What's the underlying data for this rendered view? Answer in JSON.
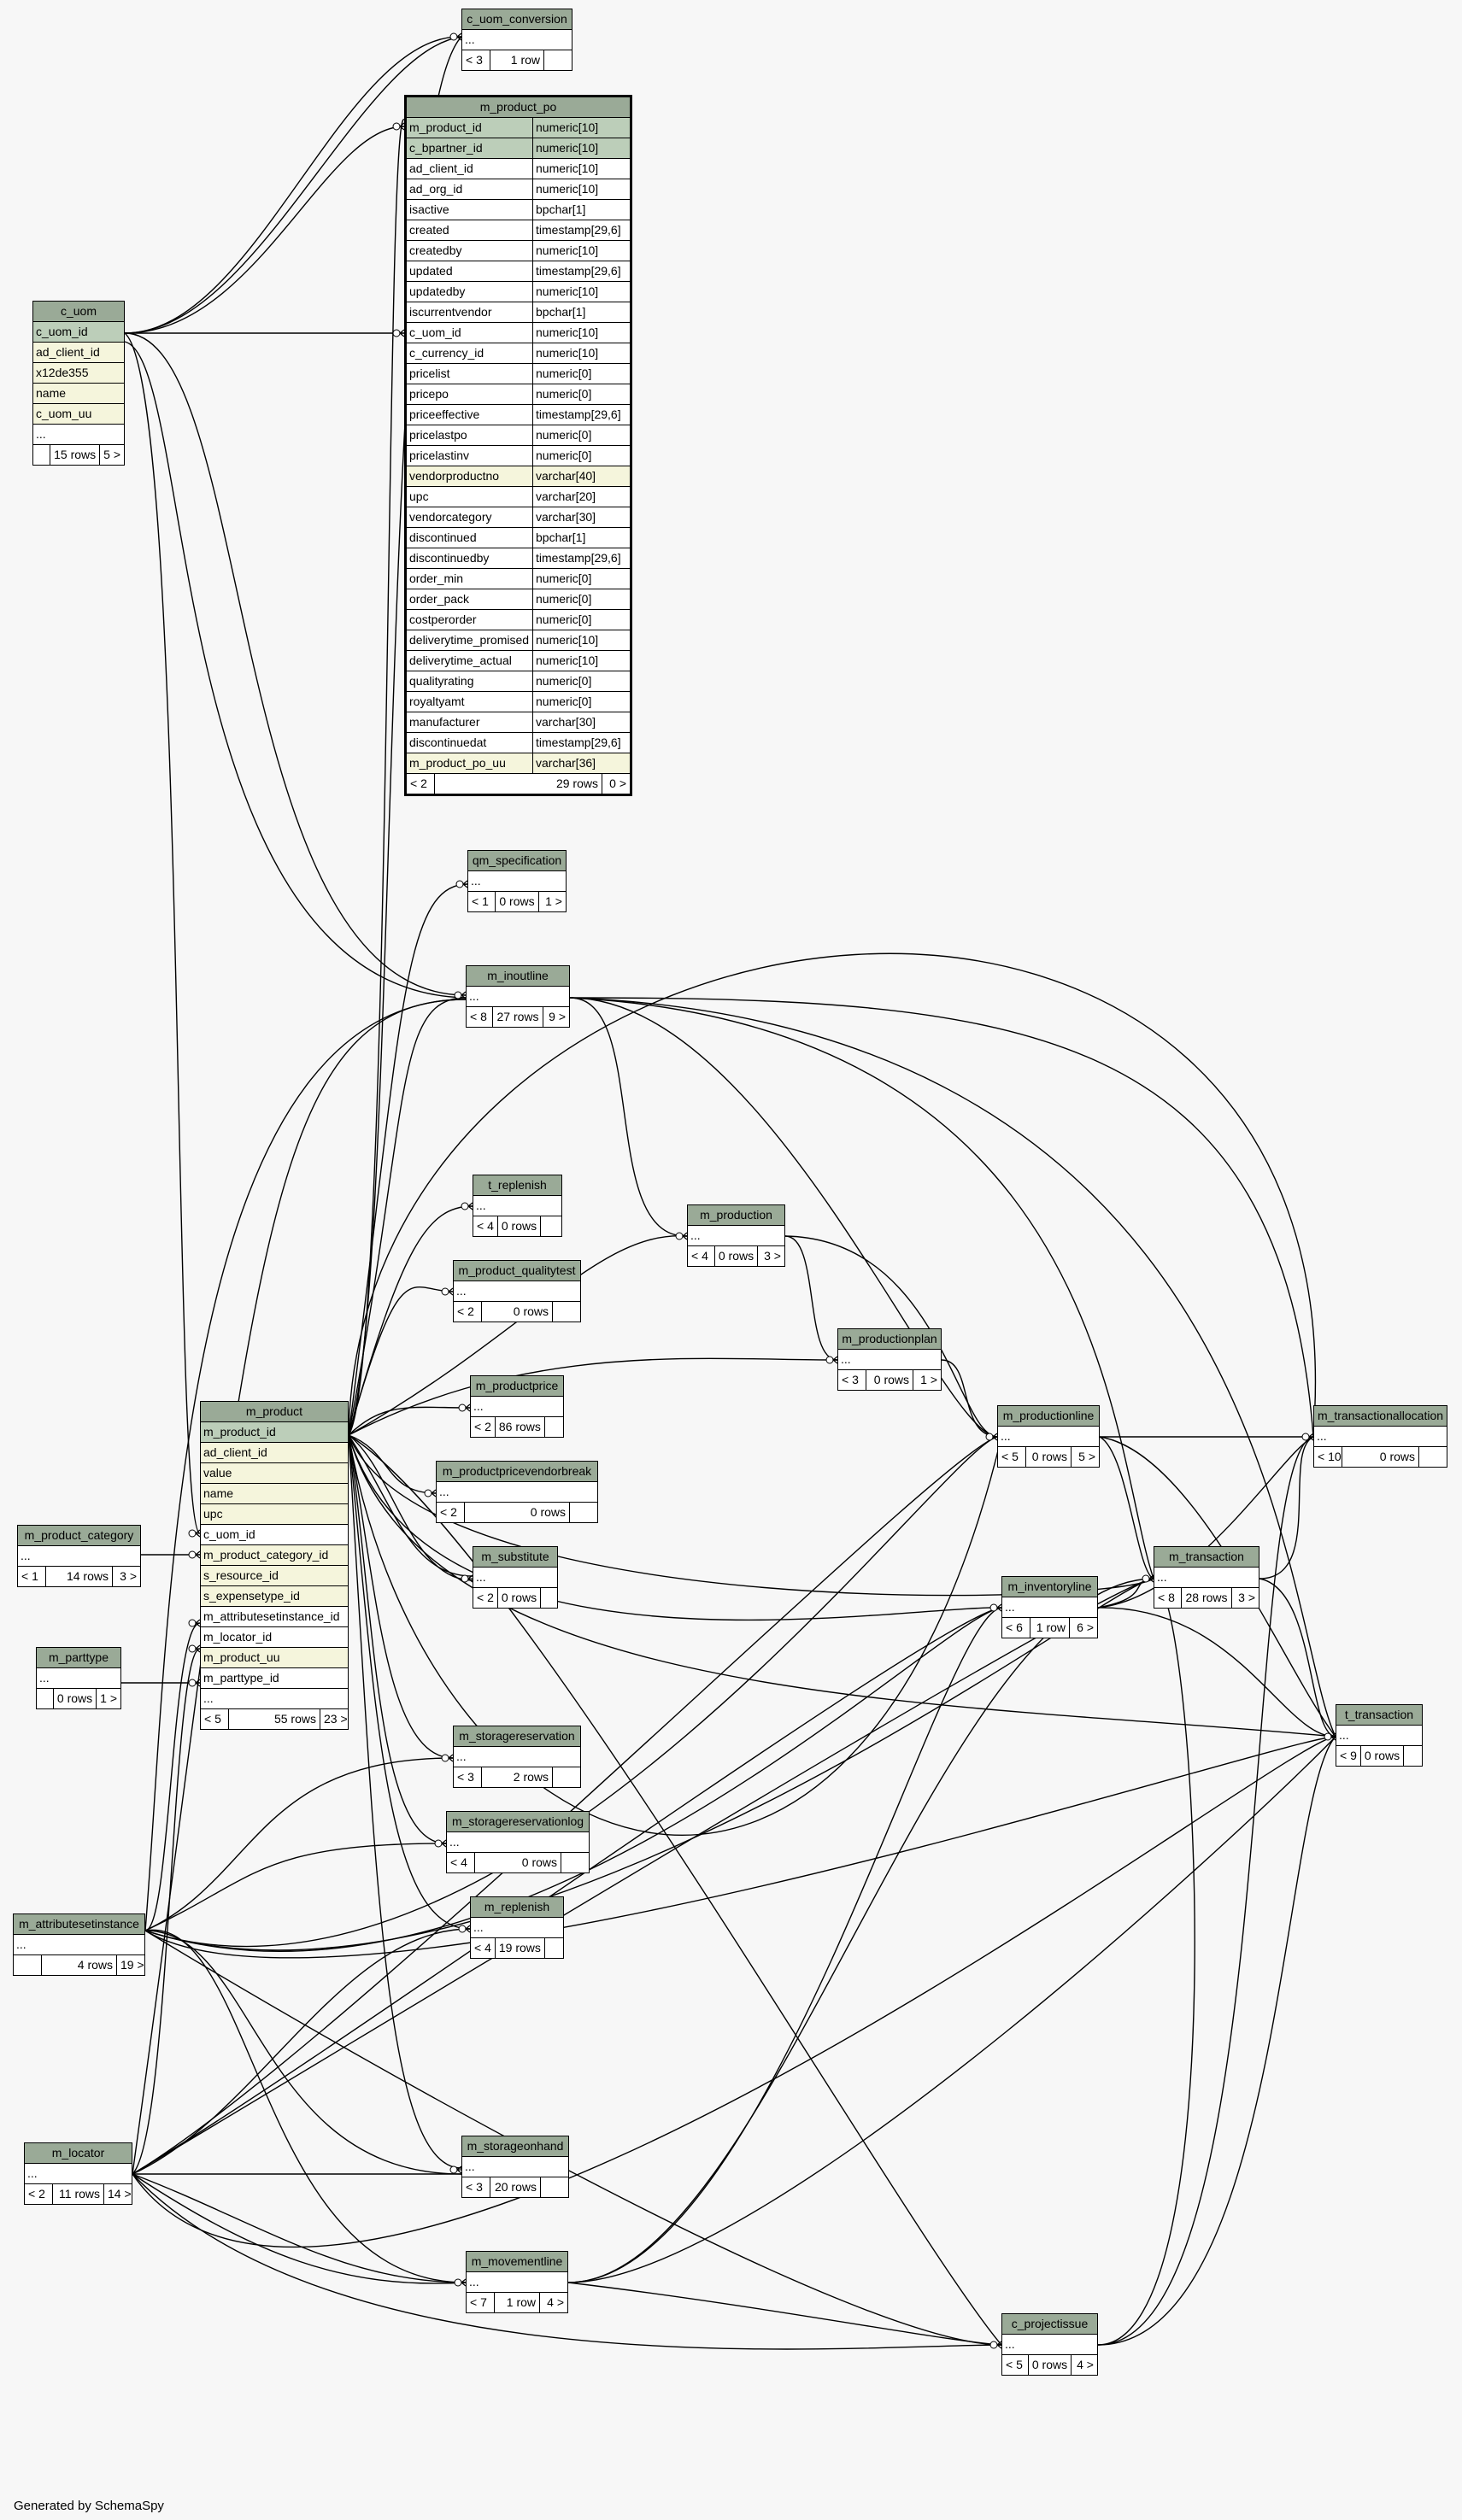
{
  "footer": "Generated by SchemaSpy",
  "tables": {
    "c_uom_conversion": {
      "title": "c_uom_conversion",
      "rows": [
        "..."
      ],
      "foot": [
        "< 3",
        "1 row",
        ""
      ]
    },
    "m_product_po": {
      "title": "m_product_po",
      "columns": [
        {
          "name": "m_product_id",
          "type": "numeric[10]",
          "kind": "pk"
        },
        {
          "name": "c_bpartner_id",
          "type": "numeric[10]",
          "kind": "pk"
        },
        {
          "name": "ad_client_id",
          "type": "numeric[10]",
          "kind": ""
        },
        {
          "name": "ad_org_id",
          "type": "numeric[10]",
          "kind": ""
        },
        {
          "name": "isactive",
          "type": "bpchar[1]",
          "kind": ""
        },
        {
          "name": "created",
          "type": "timestamp[29,6]",
          "kind": ""
        },
        {
          "name": "createdby",
          "type": "numeric[10]",
          "kind": ""
        },
        {
          "name": "updated",
          "type": "timestamp[29,6]",
          "kind": ""
        },
        {
          "name": "updatedby",
          "type": "numeric[10]",
          "kind": ""
        },
        {
          "name": "iscurrentvendor",
          "type": "bpchar[1]",
          "kind": ""
        },
        {
          "name": "c_uom_id",
          "type": "numeric[10]",
          "kind": ""
        },
        {
          "name": "c_currency_id",
          "type": "numeric[10]",
          "kind": ""
        },
        {
          "name": "pricelist",
          "type": "numeric[0]",
          "kind": ""
        },
        {
          "name": "pricepo",
          "type": "numeric[0]",
          "kind": ""
        },
        {
          "name": "priceeffective",
          "type": "timestamp[29,6]",
          "kind": ""
        },
        {
          "name": "pricelastpo",
          "type": "numeric[0]",
          "kind": ""
        },
        {
          "name": "pricelastinv",
          "type": "numeric[0]",
          "kind": ""
        },
        {
          "name": "vendorproductno",
          "type": "varchar[40]",
          "kind": "idx"
        },
        {
          "name": "upc",
          "type": "varchar[20]",
          "kind": ""
        },
        {
          "name": "vendorcategory",
          "type": "varchar[30]",
          "kind": ""
        },
        {
          "name": "discontinued",
          "type": "bpchar[1]",
          "kind": ""
        },
        {
          "name": "discontinuedby",
          "type": "timestamp[29,6]",
          "kind": ""
        },
        {
          "name": "order_min",
          "type": "numeric[0]",
          "kind": ""
        },
        {
          "name": "order_pack",
          "type": "numeric[0]",
          "kind": ""
        },
        {
          "name": "costperorder",
          "type": "numeric[0]",
          "kind": ""
        },
        {
          "name": "deliverytime_promised",
          "type": "numeric[10]",
          "kind": ""
        },
        {
          "name": "deliverytime_actual",
          "type": "numeric[10]",
          "kind": ""
        },
        {
          "name": "qualityrating",
          "type": "numeric[0]",
          "kind": ""
        },
        {
          "name": "royaltyamt",
          "type": "numeric[0]",
          "kind": ""
        },
        {
          "name": "manufacturer",
          "type": "varchar[30]",
          "kind": ""
        },
        {
          "name": "discontinuedat",
          "type": "timestamp[29,6]",
          "kind": ""
        },
        {
          "name": "m_product_po_uu",
          "type": "varchar[36]",
          "kind": "idx"
        }
      ],
      "foot": [
        "< 2",
        "29 rows",
        "0 >"
      ]
    },
    "c_uom": {
      "title": "c_uom",
      "rows": [
        {
          "name": "c_uom_id",
          "kind": "pk"
        },
        {
          "name": "ad_client_id",
          "kind": "idx"
        },
        {
          "name": "x12de355",
          "kind": "idx"
        },
        {
          "name": "name",
          "kind": "idx"
        },
        {
          "name": "c_uom_uu",
          "kind": "idx"
        },
        {
          "name": "...",
          "kind": ""
        }
      ],
      "foot": [
        "",
        "15 rows",
        "5 >"
      ]
    },
    "qm_specification": {
      "title": "qm_specification",
      "rows": [
        "..."
      ],
      "foot": [
        "< 1",
        "0 rows",
        "1 >"
      ]
    },
    "m_inoutline": {
      "title": "m_inoutline",
      "rows": [
        "..."
      ],
      "foot": [
        "< 8",
        "27 rows",
        "9 >"
      ]
    },
    "t_replenish": {
      "title": "t_replenish",
      "rows": [
        "..."
      ],
      "foot": [
        "< 4",
        "0 rows",
        ""
      ]
    },
    "m_production": {
      "title": "m_production",
      "rows": [
        "..."
      ],
      "foot": [
        "< 4",
        "0 rows",
        "3 >"
      ]
    },
    "m_product_qualitytest": {
      "title": "m_product_qualitytest",
      "rows": [
        "..."
      ],
      "foot": [
        "< 2",
        "0 rows",
        ""
      ]
    },
    "m_productionplan": {
      "title": "m_productionplan",
      "rows": [
        "..."
      ],
      "foot": [
        "< 3",
        "0 rows",
        "1 >"
      ]
    },
    "m_product": {
      "title": "m_product",
      "rows": [
        {
          "name": "m_product_id",
          "kind": "pk"
        },
        {
          "name": "ad_client_id",
          "kind": "idx"
        },
        {
          "name": "value",
          "kind": "idx"
        },
        {
          "name": "name",
          "kind": "idx"
        },
        {
          "name": "upc",
          "kind": "idx"
        },
        {
          "name": "c_uom_id",
          "kind": ""
        },
        {
          "name": "m_product_category_id",
          "kind": "idx"
        },
        {
          "name": "s_resource_id",
          "kind": "idx"
        },
        {
          "name": "s_expensetype_id",
          "kind": "idx"
        },
        {
          "name": "m_attributesetinstance_id",
          "kind": ""
        },
        {
          "name": "m_locator_id",
          "kind": ""
        },
        {
          "name": "m_product_uu",
          "kind": "idx"
        },
        {
          "name": "m_parttype_id",
          "kind": ""
        },
        {
          "name": "...",
          "kind": ""
        }
      ],
      "foot": [
        "< 5",
        "55 rows",
        "23 >"
      ]
    },
    "m_productprice": {
      "title": "m_productprice",
      "rows": [
        "..."
      ],
      "foot": [
        "< 2",
        "86 rows",
        ""
      ]
    },
    "m_productionline": {
      "title": "m_productionline",
      "rows": [
        "..."
      ],
      "foot": [
        "< 5",
        "0 rows",
        "5 >"
      ]
    },
    "m_transactionallocation": {
      "title": "m_transactionallocation",
      "rows": [
        "..."
      ],
      "foot": [
        "< 10",
        "0 rows",
        ""
      ]
    },
    "m_productpricevendorbreak": {
      "title": "m_productpricevendorbreak",
      "rows": [
        "..."
      ],
      "foot": [
        "< 2",
        "0 rows",
        ""
      ]
    },
    "m_product_category": {
      "title": "m_product_category",
      "rows": [
        "..."
      ],
      "foot": [
        "< 1",
        "14 rows",
        "3 >"
      ]
    },
    "m_substitute": {
      "title": "m_substitute",
      "rows": [
        "..."
      ],
      "foot": [
        "< 2",
        "0 rows",
        ""
      ]
    },
    "m_transaction": {
      "title": "m_transaction",
      "rows": [
        "..."
      ],
      "foot": [
        "< 8",
        "28 rows",
        "3 >"
      ]
    },
    "m_inventoryline": {
      "title": "m_inventoryline",
      "rows": [
        "..."
      ],
      "foot": [
        "< 6",
        "1 row",
        "6 >"
      ]
    },
    "m_parttype": {
      "title": "m_parttype",
      "rows": [
        "..."
      ],
      "foot": [
        "",
        "0 rows",
        "1 >"
      ]
    },
    "t_transaction": {
      "title": "t_transaction",
      "rows": [
        "..."
      ],
      "foot": [
        "< 9",
        "0 rows",
        ""
      ]
    },
    "m_storagereservation": {
      "title": "m_storagereservation",
      "rows": [
        "..."
      ],
      "foot": [
        "< 3",
        "2 rows",
        ""
      ]
    },
    "m_storagereservationlog": {
      "title": "m_storagereservationlog",
      "rows": [
        "..."
      ],
      "foot": [
        "< 4",
        "0 rows",
        ""
      ]
    },
    "m_attributesetinstance": {
      "title": "m_attributesetinstance",
      "rows": [
        "..."
      ],
      "foot": [
        "",
        "4 rows",
        "19 >"
      ]
    },
    "m_replenish": {
      "title": "m_replenish",
      "rows": [
        "..."
      ],
      "foot": [
        "< 4",
        "19 rows",
        ""
      ]
    },
    "m_locator": {
      "title": "m_locator",
      "rows": [
        "..."
      ],
      "foot": [
        "< 2",
        "11 rows",
        "14 >"
      ]
    },
    "m_storageonhand": {
      "title": "m_storageonhand",
      "rows": [
        "..."
      ],
      "foot": [
        "< 3",
        "20 rows",
        ""
      ]
    },
    "m_movementline": {
      "title": "m_movementline",
      "rows": [
        "..."
      ],
      "foot": [
        "< 7",
        "1 row",
        "4 >"
      ]
    },
    "c_projectissue": {
      "title": "c_projectissue",
      "rows": [
        "..."
      ],
      "foot": [
        "< 5",
        "0 rows",
        "4 >"
      ]
    }
  }
}
